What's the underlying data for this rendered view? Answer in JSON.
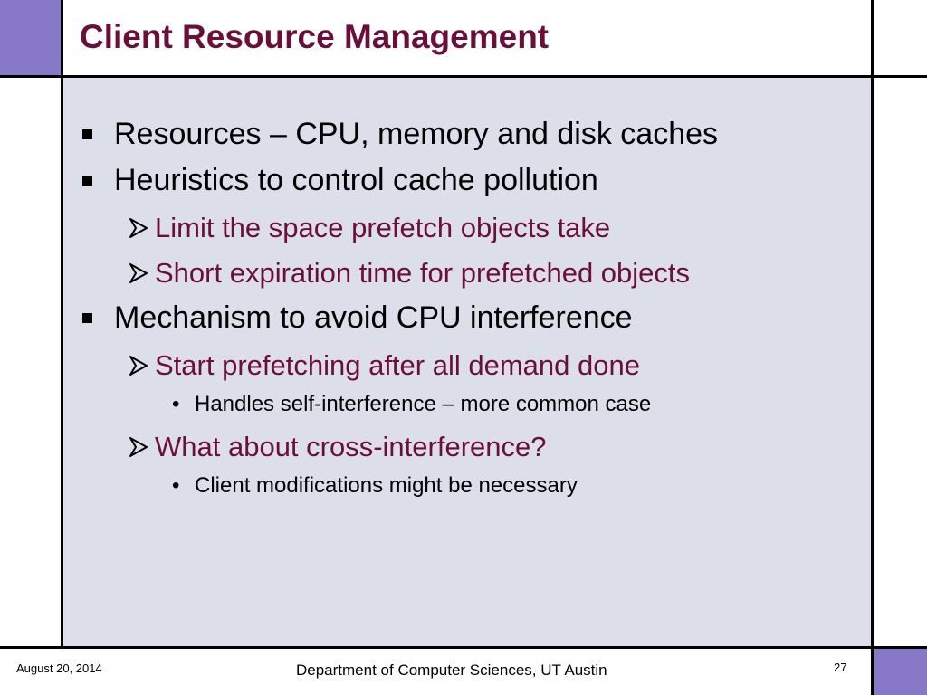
{
  "slide": {
    "title": "Client Resource Management",
    "bullets": [
      {
        "level": 1,
        "text": "Resources – CPU, memory and disk caches"
      },
      {
        "level": 1,
        "text": "Heuristics to control cache pollution"
      },
      {
        "level": 2,
        "text": "Limit the space prefetch objects take"
      },
      {
        "level": 2,
        "text": "Short expiration time for prefetched objects"
      },
      {
        "level": 1,
        "text": "Mechanism to avoid CPU interference"
      },
      {
        "level": 2,
        "text": "Start prefetching after all demand done"
      },
      {
        "level": 3,
        "text": "Handles self-interference – more common case"
      },
      {
        "level": 2,
        "text": "What about cross-interference?"
      },
      {
        "level": 3,
        "text": "Client modifications might be necessary"
      }
    ],
    "markers": {
      "level1": "square-bullet-icon",
      "level2": "arrow-bullet-icon",
      "level3": "•"
    }
  },
  "footer": {
    "date": "August 20, 2014",
    "department": "Department of Computer Sciences, UT Austin",
    "page_number": "27"
  },
  "colors": {
    "title": "#6b0f3a",
    "accent_block": "#8878c8",
    "content_background": "#dcdeea",
    "sub_bullet_text": "#6b0f3a"
  }
}
